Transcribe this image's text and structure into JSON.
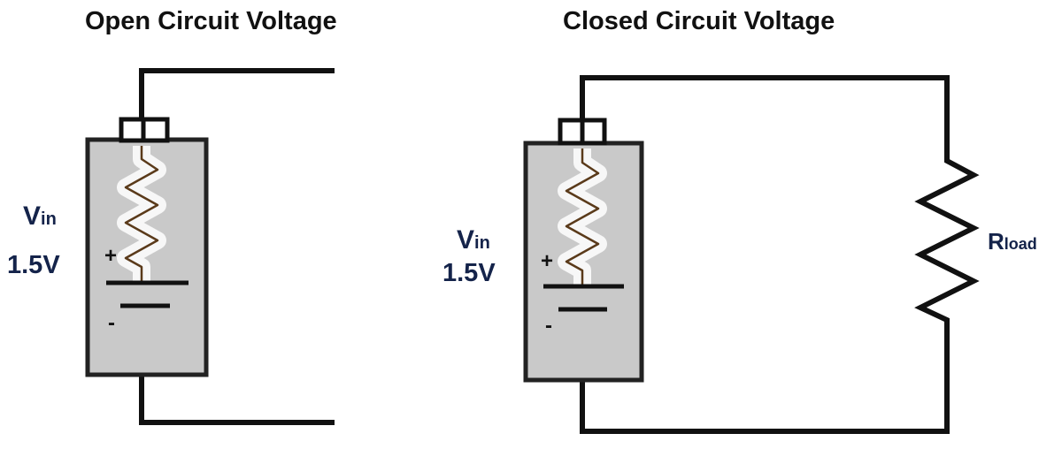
{
  "diagrams": {
    "open": {
      "title": "Open Circuit Voltage",
      "source": {
        "symbol": "V",
        "subscript": "in",
        "value": "1.5V"
      },
      "plus": "+",
      "minus": "-"
    },
    "closed": {
      "title": "Closed Circuit Voltage",
      "source": {
        "symbol": "V",
        "subscript": "in",
        "value": "1.5V"
      },
      "plus": "+",
      "minus": "-",
      "load": {
        "symbol": "R",
        "subscript": "load"
      }
    }
  },
  "colors": {
    "wire": "#111111",
    "battery_fill": "#c9c9c9",
    "battery_stroke": "#222222",
    "inner_resistor": "#5a3a1a",
    "label_text": "#14234a"
  }
}
